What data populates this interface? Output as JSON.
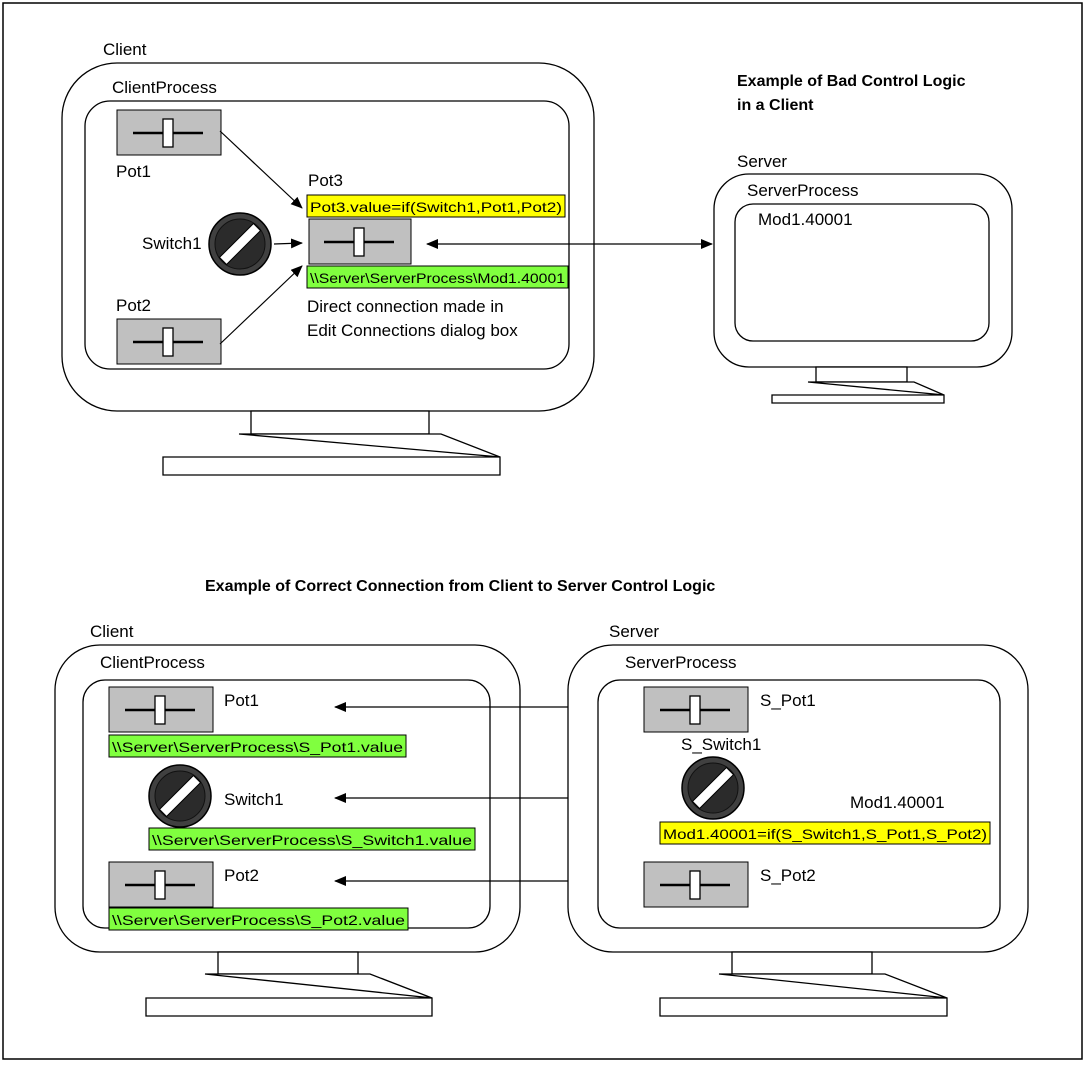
{
  "top": {
    "title_line1": "Example of Bad Control Logic",
    "title_line2": "in a Client",
    "client": {
      "label": "Client",
      "process_label": "ClientProcess",
      "pot1": "Pot1",
      "pot2": "Pot2",
      "pot3": "Pot3",
      "switch1": "Switch1",
      "expression": "Pot3.value=if(Switch1,Pot1,Pot2)",
      "connection_path": "\\\\Server\\ServerProcess\\Mod1.40001",
      "note_line1": "Direct connection made in",
      "note_line2": "Edit Connections dialog box"
    },
    "server": {
      "label": "Server",
      "process_label": "ServerProcess",
      "register": "Mod1.40001"
    }
  },
  "bottom": {
    "title": "Example of Correct Connection from Client to Server Control Logic",
    "client": {
      "label": "Client",
      "process_label": "ClientProcess",
      "pot1": "Pot1",
      "pot1_path": "\\\\Server\\ServerProcess\\S_Pot1.value",
      "switch1": "Switch1",
      "switch1_path": "\\\\Server\\ServerProcess\\S_Switch1.value",
      "pot2": "Pot2",
      "pot2_path": "\\\\Server\\ServerProcess\\S_Pot2.value"
    },
    "server": {
      "label": "Server",
      "process_label": "ServerProcess",
      "s_pot1": "S_Pot1",
      "s_switch1": "S_Switch1",
      "register": "Mod1.40001",
      "expression": "Mod1.40001=if(S_Switch1,S_Pot1,S_Pot2)",
      "s_pot2": "S_Pot2"
    }
  },
  "colors": {
    "expression_tag": "#ffff00",
    "connection_tag": "#80ff3f",
    "slider_face": "#c0c0c0",
    "knob": "#404040"
  }
}
